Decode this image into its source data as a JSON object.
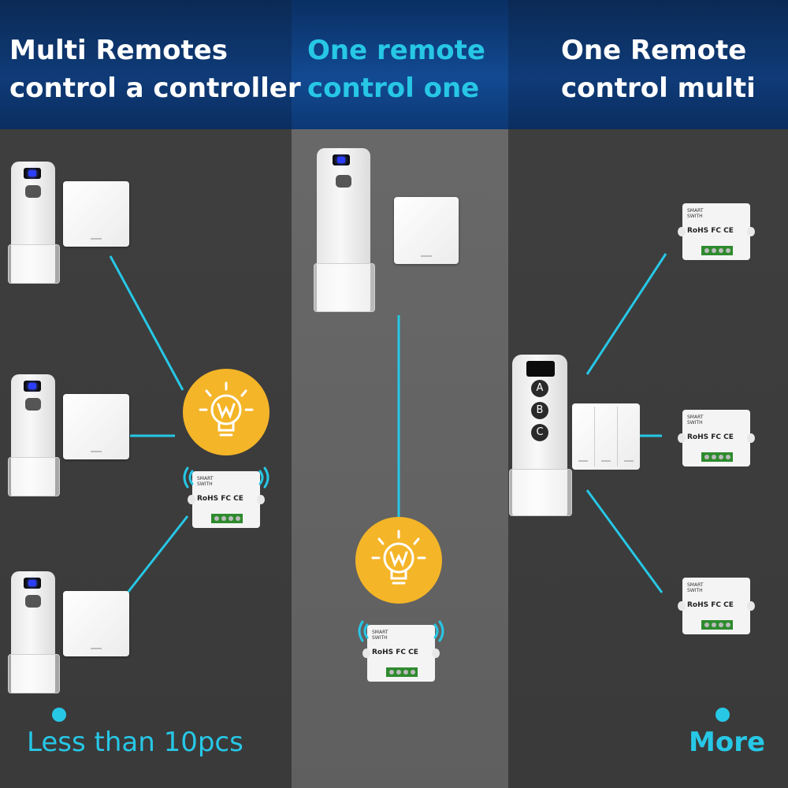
{
  "headers": {
    "left": {
      "line1": "Multi Remotes",
      "line2": "control a controller"
    },
    "middle": {
      "line1": "One remote",
      "line2": "control one"
    },
    "right": {
      "line1": "One Remote",
      "line2": "control multi"
    }
  },
  "footer": {
    "left_label": "Less than 10pcs",
    "right_label": "More"
  },
  "remote_buttons": [
    "A",
    "B",
    "C"
  ],
  "module_text": {
    "brand_lines": [
      "SMART",
      "SWITH"
    ],
    "cert_marks": "RoHS FC CE"
  },
  "colors": {
    "accent": "#27c7e6",
    "header_bg": "#0f3b78",
    "bulb": "#f4b528",
    "panel_dark": "#3a3a3a",
    "panel_mid": "#636363"
  },
  "icons": [
    "light-bulb-icon",
    "wifi-signal-icon"
  ]
}
